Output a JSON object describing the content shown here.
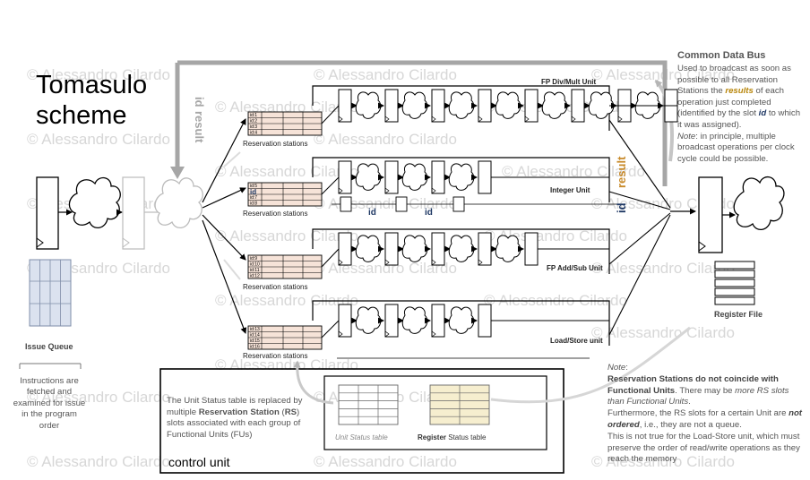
{
  "title": "Tomasulo scheme",
  "watermark": "© Alessandro Cilardo",
  "units": {
    "fp_div": "FP Div/Mult Unit",
    "integer": "Integer Unit",
    "fp_add": "FP Add/Sub Unit",
    "load_store": "Load/Store unit"
  },
  "reservation_stations_label": "Reservation stations",
  "rs_slots": {
    "fp_div": [
      "id:1",
      "id:2",
      "id:3",
      "id:4"
    ],
    "integer": [
      "id:5",
      "id",
      "id:7",
      "id:8"
    ],
    "fp_add": [
      "id:9",
      "id:10",
      "id:11",
      "id:12"
    ],
    "load_store": [
      "id:13",
      "id:14",
      "id:15",
      "id:16"
    ]
  },
  "bus_labels": {
    "id": "id",
    "result": "result"
  },
  "common_data_bus": {
    "title": "Common Data Bus",
    "description_parts": [
      "Used to broadcast as soon as possible to all Reservation Stations the ",
      "results",
      " of each operation just completed (identified by the slot ",
      "id",
      " to which it was assigned).",
      "Note",
      ": in principle, multiple broadcast operations per clock cycle could be possible."
    ]
  },
  "register_file": "Register File",
  "issue_queue": {
    "label": "Issue Queue",
    "description": "Instructions are fetched and examined for issue in the program order"
  },
  "control_unit": {
    "label": "control unit",
    "description_parts": [
      "The Unit Status table is replaced by multiple ",
      "Reservation Station",
      " (",
      "RS",
      ") slots associated with each group of Functional Units (FUs)"
    ],
    "unit_status_table": "Unit Status table",
    "register_status_table_bold": "Register",
    "register_status_table_rest": " Status table"
  },
  "note": {
    "heading": "Note",
    "p1_bold": "Reservation Stations do not coincide with Functional Units",
    "p1_mid": ". There may be ",
    "p1_italic": "more RS slots than Functional Units",
    "p1_end": ".",
    "p2_start": "Furthermore, the RS slots for a certain Unit are ",
    "p2_bi": "not ordered",
    "p2_end": ", i.e., they are not a queue.",
    "p3": "This is not true for the Load-Store unit, which must preserve the order of read/write operations as they reach the memory"
  },
  "colors": {
    "bus_gray": "#a6a6a6",
    "rs_fill": "#f6e3d8",
    "register_status_fill": "#f6eecf",
    "result_text": "#c88a2a",
    "id_text": "#1f3864",
    "watermark": "#d7d7d7"
  }
}
